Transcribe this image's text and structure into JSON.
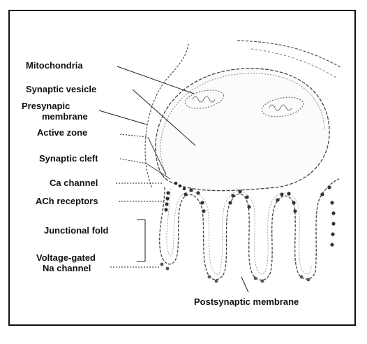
{
  "diagram": {
    "labels": {
      "mitochondria": "Mitochondria",
      "synaptic_vesicle": "Synaptic vesicle",
      "presynaptic_membrane_line1": "Presynapic",
      "presynaptic_membrane_line2": "membrane",
      "active_zone": "Active zone",
      "synaptic_cleft": "Synaptic cleft",
      "ca_channel": "Ca channel",
      "ach_receptors": "ACh receptors",
      "junctional_fold": "Junctional fold",
      "voltage_gated_line1": "Voltage-gated",
      "voltage_gated_line2": "Na channel",
      "postsynaptic_membrane": "Postsynaptic membrane"
    }
  }
}
